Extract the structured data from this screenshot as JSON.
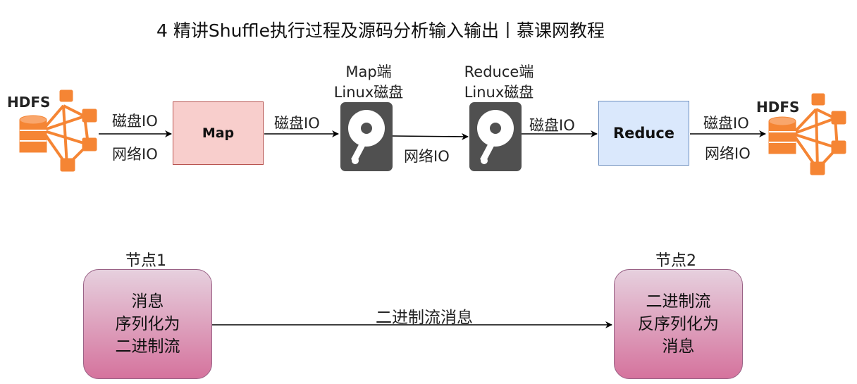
{
  "title": "4 精讲Shuffle执行过程及源码分析输入输出丨慕课网教程",
  "top_flow": {
    "hdfs_left": "HDFS",
    "hdfs_right": "HDFS",
    "edge_hdfs_map_top": "磁盘IO",
    "edge_hdfs_map_bottom": "网络IO",
    "map_box": "Map",
    "edge_map_disk": "磁盘IO",
    "disk1_line1": "Map端",
    "disk1_line2": "Linux磁盘",
    "edge_disk_disk": "网络IO",
    "disk2_line1": "Reduce端",
    "disk2_line2": "Linux磁盘",
    "edge_disk_reduce": "磁盘IO",
    "reduce_box": "Reduce",
    "edge_reduce_hdfs_top": "磁盘IO",
    "edge_reduce_hdfs_bottom": "网络IO",
    "colors": {
      "map_fill": "#f8cecc",
      "map_stroke": "#b85450",
      "reduce_fill": "#dae8fc",
      "reduce_stroke": "#6c8ebf",
      "hdfs_orange": "#f58534",
      "disk_gray": "#505050"
    }
  },
  "bottom_flow": {
    "node1_title": "节点1",
    "node1_line1": "消息",
    "node1_line2": "序列化为",
    "node1_line3": "二进制流",
    "edge_label": "二进制流消息",
    "node2_title": "节点2",
    "node2_line1": "二进制流",
    "node2_line2": "反序列化为",
    "node2_line3": "消息",
    "colors": {
      "node_top": "#e6d0de",
      "node_bottom": "#d5739d",
      "node_stroke": "#996185"
    }
  }
}
